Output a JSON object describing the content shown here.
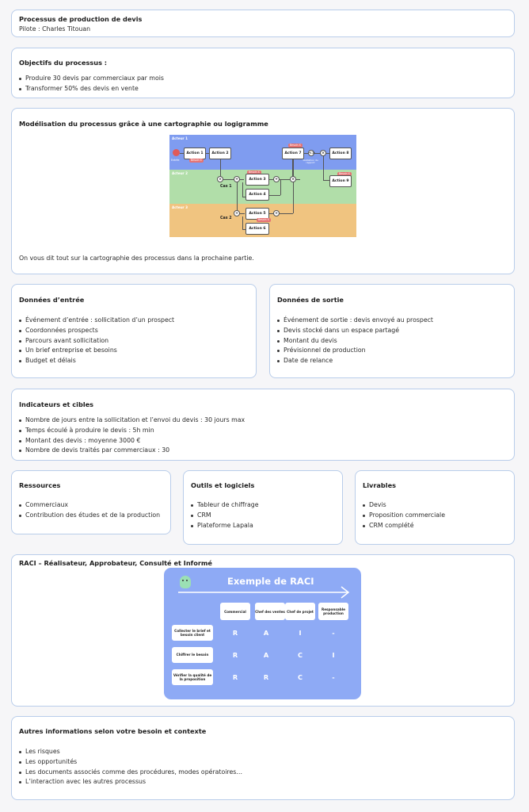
{
  "header": {
    "title": "Processus de production de devis",
    "pilot": "Pilote : Charles Titouan"
  },
  "objectives": {
    "title": "Objectifs du processus :",
    "items": [
      "Produire 30 devis par commerciaux par mois",
      "Transformer 50% des devis en vente"
    ]
  },
  "modeling": {
    "title": "Modélisation du processus grâce à une cartographie ou logigramme",
    "caption": "On vous dit tout sur la cartographie des processus dans la prochaine partie.",
    "diagram": {
      "lanes": [
        "Acteur 1",
        "Acteur 2",
        "Acteur 3"
      ],
      "actions": [
        "Action 1",
        "Action 2",
        "Action 3",
        "Action 4",
        "Action 5",
        "Action 6",
        "Action 7",
        "Action 8",
        "Action 9"
      ],
      "cases": [
        "Cas 1",
        "Cas 2"
      ],
      "tag": "Besoin X",
      "start": "Entrée",
      "end": "Validation du rapport",
      "lane_colors": [
        "#7f9cf0",
        "#b1dea9",
        "#f0c480"
      ]
    }
  },
  "inputs": {
    "title": "Données d’entrée",
    "items": [
      "Événement d’entrée : sollicitation d’un prospect",
      "Coordonnées prospects",
      "Parcours avant sollicitation",
      "Un brief entreprise et besoins",
      "Budget et délais"
    ]
  },
  "outputs": {
    "title": "Données de sortie",
    "items": [
      "Événement de sortie : devis envoyé au prospect",
      "Devis stocké dans un espace partagé",
      "Montant du devis",
      "Prévisionnel de production",
      "Date de relance"
    ]
  },
  "indicators": {
    "title": "Indicateurs et cibles",
    "items": [
      "Nombre de jours entre la sollicitation et l’envoi du devis : 30 jours max",
      "Temps écoulé à produire le devis : 5h min",
      "Montant des devis : moyenne 3000 €",
      "Nombre de devis traités par commerciaux : 30"
    ]
  },
  "resources": {
    "title": "Ressources",
    "items": [
      "Commerciaux",
      "Contribution des études et de la production"
    ]
  },
  "tools": {
    "title": "Outils et logiciels",
    "items": [
      "Tableur de chiffrage",
      "CRM",
      "Plateforme Lapala"
    ]
  },
  "deliverables": {
    "title": "Livrables",
    "items": [
      "Devis",
      "Proposition commerciale",
      "CRM complété"
    ]
  },
  "raci": {
    "title": "RACI – Réalisateur, Approbateur, Consulté et Informé",
    "image_title": "Exemple de RACI",
    "columns": [
      "Commercial",
      "Chef des ventes",
      "Chef de projet",
      "Responsable production"
    ],
    "rows": [
      {
        "label": "Collecter le brief et besoin client",
        "values": [
          "R",
          "A",
          "I",
          "-"
        ]
      },
      {
        "label": "Chiffrer le besoin",
        "values": [
          "R",
          "A",
          "C",
          "I"
        ]
      },
      {
        "label": "Vérifier la qualité de la proposition",
        "values": [
          "R",
          "R",
          "C",
          "-"
        ]
      }
    ],
    "bg_color": "#8eaaf5"
  },
  "other": {
    "title": "Autres informations selon votre besoin et contexte",
    "items": [
      "Les risques",
      "Les opportunités",
      "Les documents associés comme des procédures, modes opératoires…",
      "L’interaction avec les autres processus"
    ]
  }
}
